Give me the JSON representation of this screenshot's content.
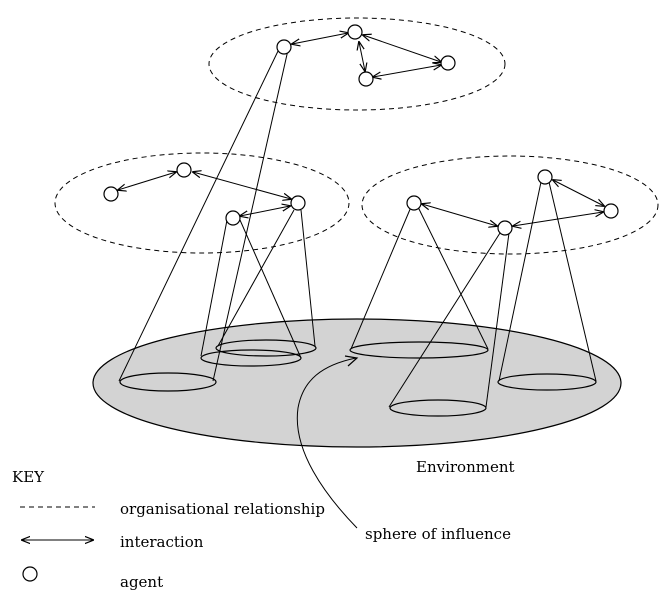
{
  "labels": {
    "environment": "Environment",
    "sphere": "sphere of influence"
  },
  "key": {
    "title": "KEY",
    "organisational": "organisational relationship",
    "interaction": "interaction",
    "agent": "agent"
  },
  "colors": {
    "environment_fill": "#d3d3d3",
    "line": "#000000"
  }
}
